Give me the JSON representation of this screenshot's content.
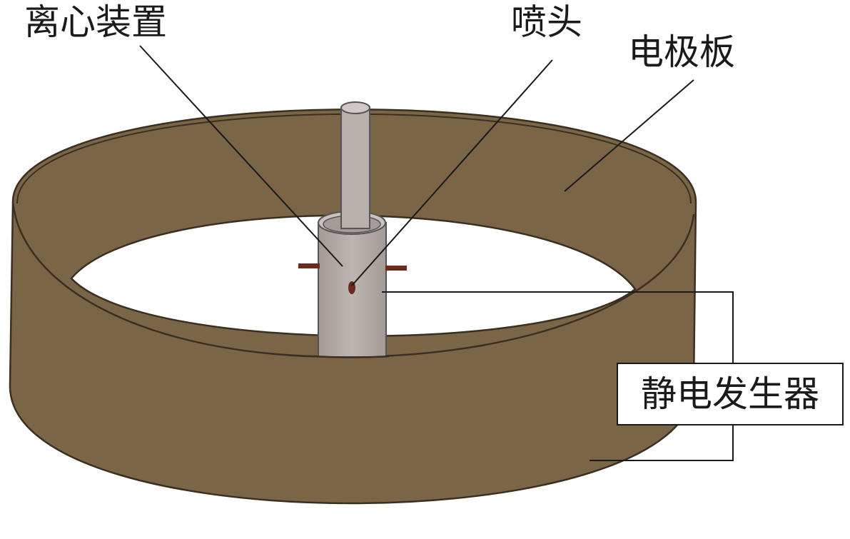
{
  "labels": {
    "centrifugal_device": "离心装置",
    "nozzle": "喷头",
    "electrode_plate": "电极板",
    "electrostatic_generator": "静电发生器"
  },
  "colors": {
    "ring": "#7a6646",
    "ring_edge": "#3a2f20",
    "cylinder": "#b3aaa6",
    "nozzle_arm": "#6a2a1e",
    "leader": "#1a1a1a"
  }
}
